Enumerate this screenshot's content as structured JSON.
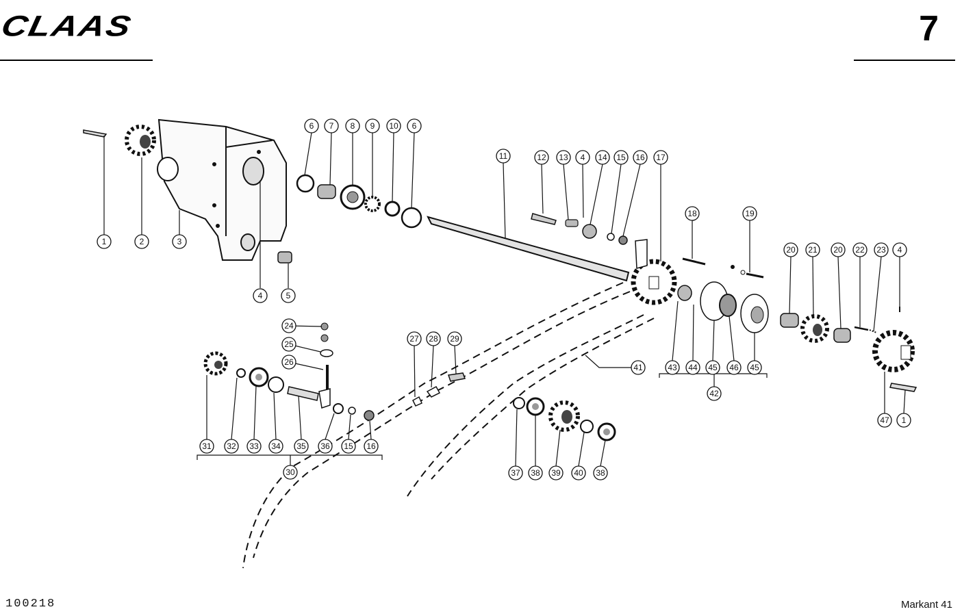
{
  "header": {
    "brand": "CLAAS",
    "page_number": "7"
  },
  "footer": {
    "drawing_number": "100218",
    "model": "Markant 41"
  },
  "callouts": [
    "1",
    "2",
    "3",
    "4",
    "5",
    "6",
    "7",
    "8",
    "9",
    "10",
    "6",
    "11",
    "12",
    "13",
    "4",
    "14",
    "15",
    "16",
    "17",
    "18",
    "19",
    "20",
    "21",
    "20",
    "22",
    "23",
    "4",
    "24",
    "25",
    "26",
    "27",
    "28",
    "29",
    "41",
    "43",
    "44",
    "45",
    "46",
    "45",
    "42",
    "31",
    "32",
    "33",
    "34",
    "35",
    "36",
    "15",
    "16",
    "30",
    "37",
    "38",
    "39",
    "40",
    "38",
    "47",
    "1"
  ]
}
